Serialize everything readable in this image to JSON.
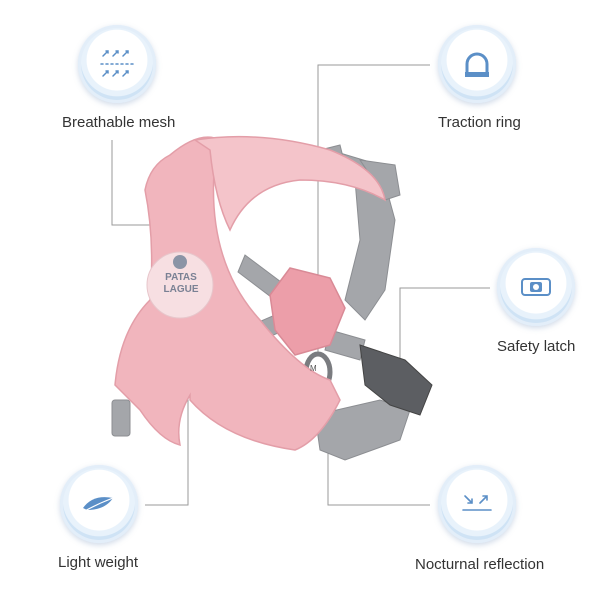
{
  "features": {
    "breathable_mesh": {
      "label": "Breathable mesh",
      "icon": "mesh-arrows-icon"
    },
    "traction_ring": {
      "label": "Traction ring",
      "icon": "d-ring-icon"
    },
    "safety_latch": {
      "label": "Safety latch",
      "icon": "buckle-icon"
    },
    "light_weight": {
      "label": "Light weight",
      "icon": "feather-icon"
    },
    "nocturnal_reflection": {
      "label": "Nocturnal reflection",
      "icon": "reflection-icon"
    }
  },
  "product": {
    "logo_line1": "PATAS",
    "logo_line2": "LAGUE",
    "size_tag": "M",
    "colors": {
      "body": "#f1b5bd",
      "webbing": "#a4a6aa",
      "accent_icon": "#5b8fc7"
    }
  }
}
